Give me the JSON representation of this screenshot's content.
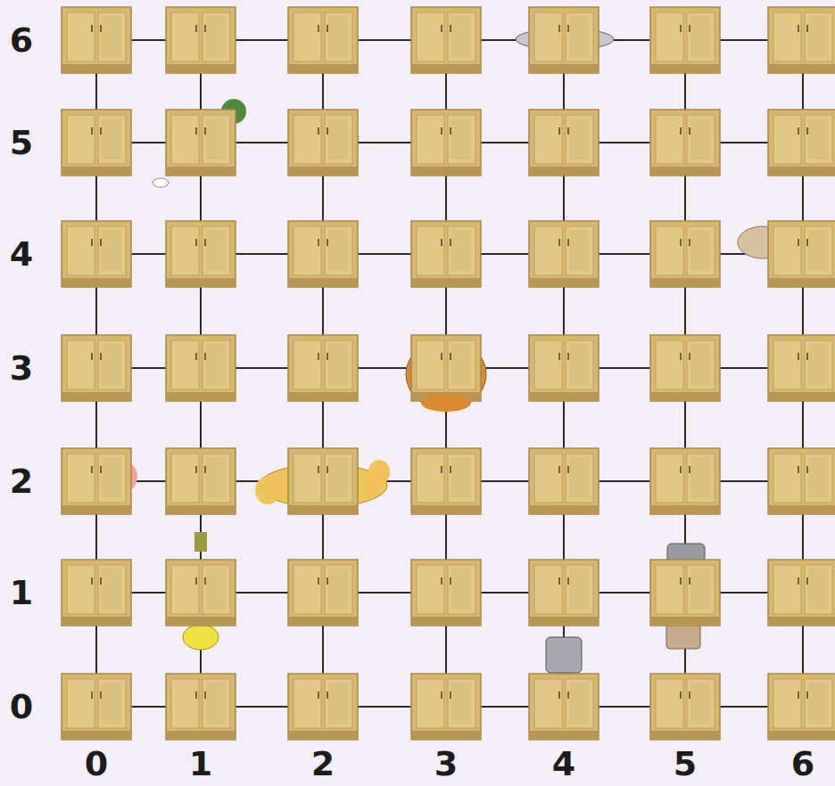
{
  "diagram": {
    "labels": [
      "6",
      "5",
      "4",
      "3",
      "2",
      "1",
      "0",
      "0",
      "1",
      "2",
      "3",
      "4",
      "5",
      "6"
    ]
  }
}
